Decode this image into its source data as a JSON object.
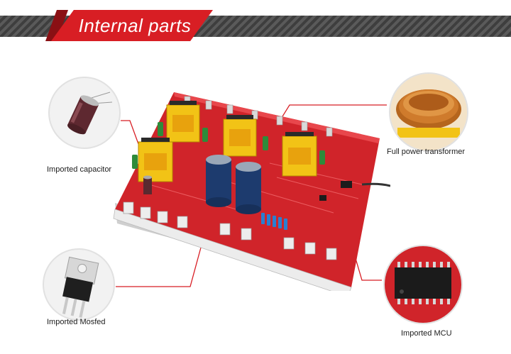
{
  "header": {
    "title": "Internal parts"
  },
  "callouts": {
    "capacitor": "Imported capacitor",
    "transformer": "Full power transformer",
    "mosfet": "Imported Mosfed",
    "mcu": "Imported MCU"
  },
  "colors": {
    "accent": "#d81e24",
    "banner_stripe": "#4a4a4a",
    "board_red": "#d0242a",
    "transformer_yellow": "#f2c316",
    "label_text": "#1c1c1c"
  }
}
